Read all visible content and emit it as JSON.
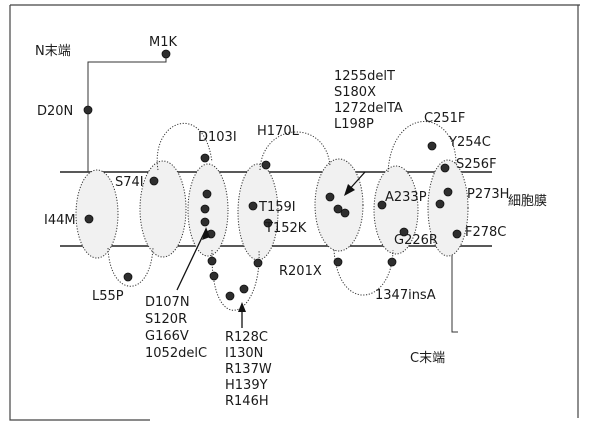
{
  "labels": {
    "n_term": "N末端",
    "c_term": "C末端",
    "membrane": "細胞膜",
    "M1K": "M1K",
    "D20N": "D20N",
    "D103I": "D103I",
    "H170L": "H170L",
    "S74I": "S74I",
    "I44M": "I44M",
    "L55P": "L55P",
    "T159I": "T159I",
    "T152K": "T152K",
    "R201X": "R201X",
    "A233P": "A233P",
    "G226R": "G226R",
    "P273H": "P273H",
    "F278C": "F278C",
    "C251F": "C251F",
    "Y254C": "Y254C",
    "S256F": "S256F",
    "insA1347": "1347insA"
  },
  "groups": {
    "loop5": [
      "1255delT",
      "S180X",
      "1272delTA",
      "L198P"
    ],
    "helix3": [
      "D107N",
      "S120R",
      "G166V",
      "1052delC"
    ],
    "loop2": [
      "R128C",
      "I130N",
      "R137W",
      "H139Y",
      "R146H"
    ]
  }
}
